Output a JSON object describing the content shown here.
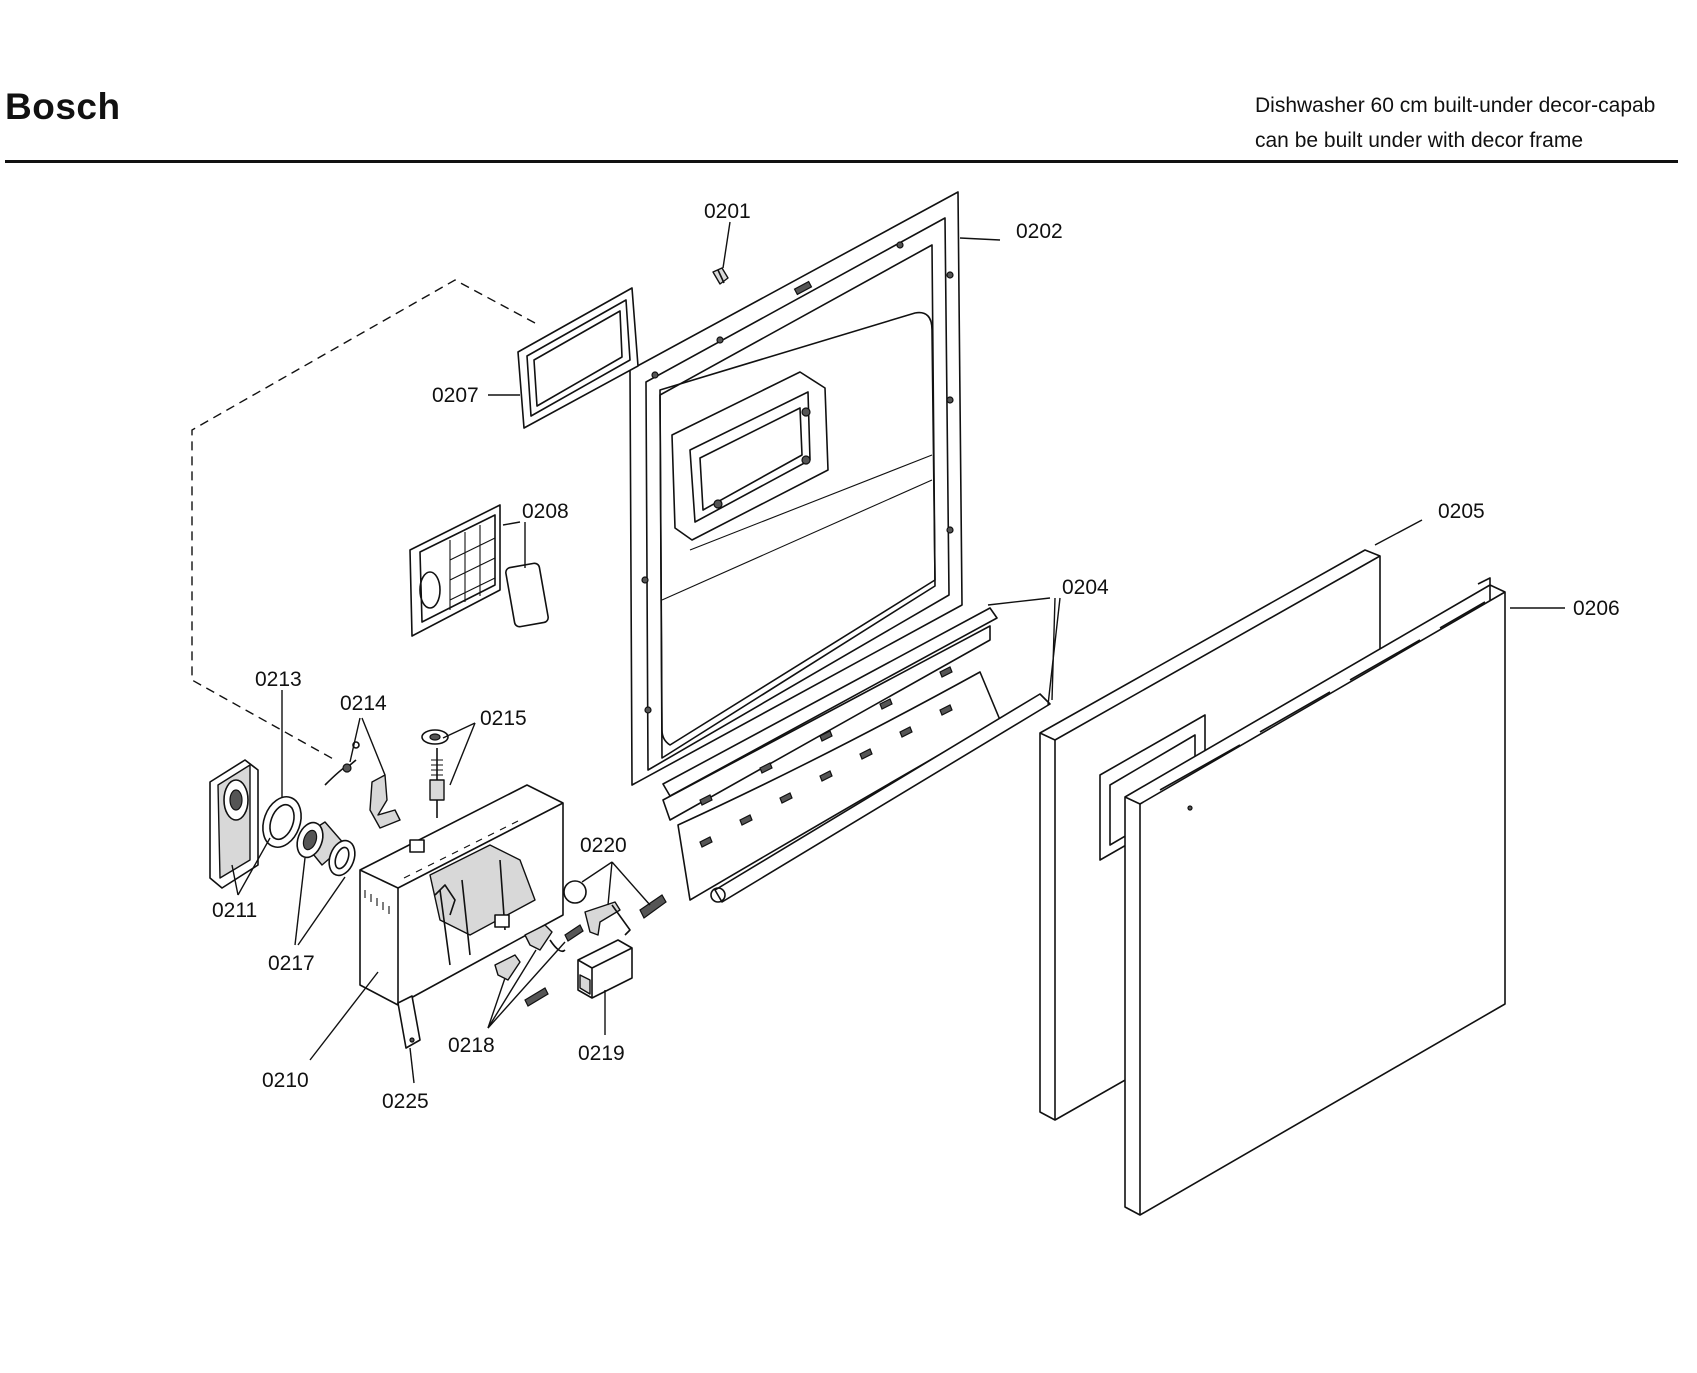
{
  "header": {
    "brand": "Bosch",
    "description_line1": "Dishwasher 60 cm built-under decor-capab",
    "description_line2": "can be built under with decor frame"
  },
  "callouts": [
    {
      "id": "0201",
      "label": "0201"
    },
    {
      "id": "0202",
      "label": "0202"
    },
    {
      "id": "0204",
      "label": "0204"
    },
    {
      "id": "0205",
      "label": "0205"
    },
    {
      "id": "0206",
      "label": "0206"
    },
    {
      "id": "0207",
      "label": "0207"
    },
    {
      "id": "0208",
      "label": "0208"
    },
    {
      "id": "0210",
      "label": "0210"
    },
    {
      "id": "0211",
      "label": "0211"
    },
    {
      "id": "0213",
      "label": "0213"
    },
    {
      "id": "0214",
      "label": "0214"
    },
    {
      "id": "0215",
      "label": "0215"
    },
    {
      "id": "0217",
      "label": "0217"
    },
    {
      "id": "0218",
      "label": "0218"
    },
    {
      "id": "0219",
      "label": "0219"
    },
    {
      "id": "0220",
      "label": "0220"
    },
    {
      "id": "0225",
      "label": "0225"
    }
  ]
}
